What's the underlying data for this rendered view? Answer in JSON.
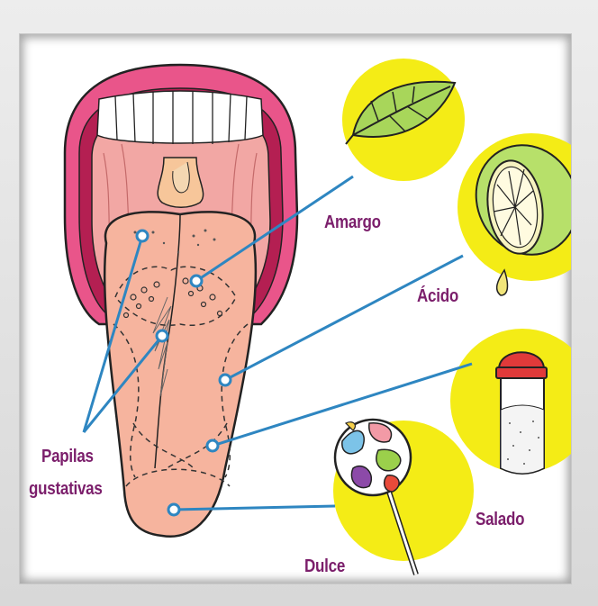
{
  "labels": {
    "amargo": "Amargo",
    "acido": "Ácido",
    "salado": "Salado",
    "dulce": "Dulce",
    "papilas_line1": "Papilas",
    "papilas_line2": "gustativas"
  },
  "colors": {
    "label_text": "#7b1e6b",
    "callout_line": "#2e86c1",
    "taste_circle": "#f4ec16",
    "lips": "#e9558a",
    "tongue": "#f6b49e",
    "mouth_interior": "#f2a7a4"
  },
  "icons": [
    "leaf-icon",
    "lemon-icon",
    "salt-shaker-icon",
    "lollipop-icon"
  ]
}
